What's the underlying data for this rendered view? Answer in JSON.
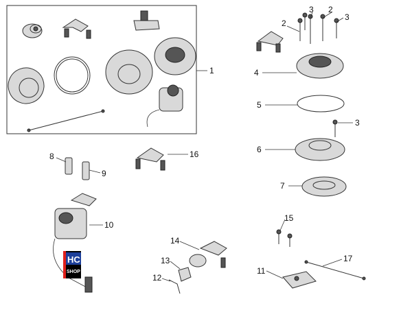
{
  "callouts": {
    "c1": "1",
    "c2a": "2",
    "c2b": "2",
    "c3a": "3",
    "c3b": "3",
    "c3c": "3",
    "c4": "4",
    "c5": "5",
    "c6": "6",
    "c7": "7",
    "c8": "8",
    "c9": "9",
    "c10": "10",
    "c11": "11",
    "c12": "12",
    "c13": "13",
    "c14": "14",
    "c15": "15",
    "c16": "16",
    "c17": "17"
  },
  "logo": {
    "line1": "HC",
    "line2": "SHOP",
    "colors": {
      "red": "#e0201b",
      "blue": "#1d3f9a",
      "black": "#000000"
    }
  }
}
